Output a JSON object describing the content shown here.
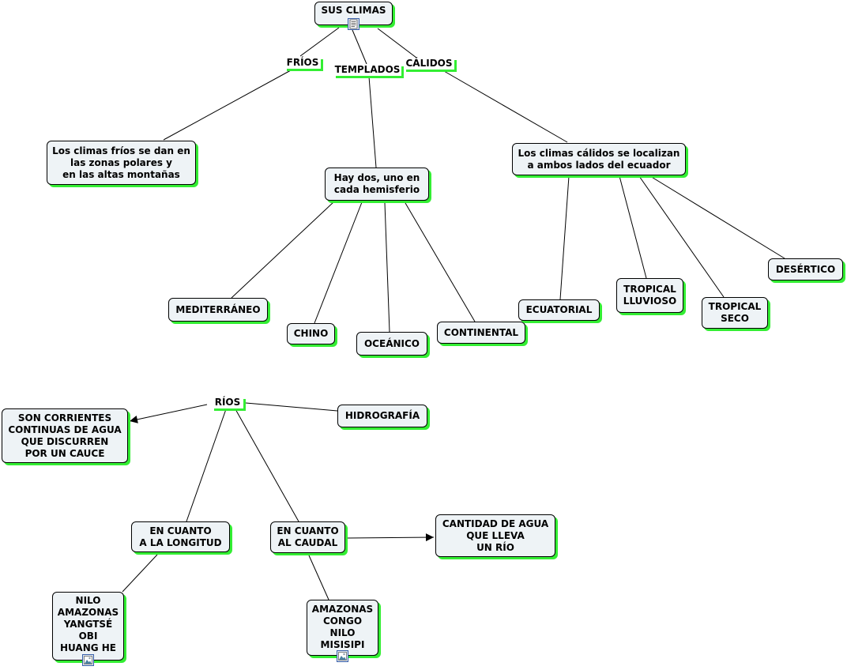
{
  "colors": {
    "background": "#ffffff",
    "node_fill": "#eef3f6",
    "node_border": "#000000",
    "shadow": "#33ee33",
    "line": "#000000"
  },
  "climas_map": {
    "root": {
      "label": "SUS CLIMAS",
      "icon": "document-icon"
    },
    "link_frios": "FRÍOS",
    "link_templados": "TEMPLADOS",
    "link_calidos": "CÁLIDOS",
    "frios_node": {
      "lines": [
        "Los climas fríos se dan en",
        "las zonas polares y",
        "en las altas montañas"
      ]
    },
    "templados_node": {
      "lines": [
        "Hay dos, uno en",
        "cada hemisferio"
      ]
    },
    "calidos_node": {
      "lines": [
        "Los climas cálidos se localizan",
        "a ambos lados del ecuador"
      ]
    },
    "templados_types": [
      {
        "lines": [
          "MEDITERRÁNEO"
        ]
      },
      {
        "lines": [
          "CHINO"
        ]
      },
      {
        "lines": [
          "OCEÁNICO"
        ]
      },
      {
        "lines": [
          "CONTINENTAL"
        ]
      }
    ],
    "calidos_types": [
      {
        "lines": [
          "ECUATORIAL"
        ]
      },
      {
        "lines": [
          "TROPICAL",
          "LLUVIOSO"
        ]
      },
      {
        "lines": [
          "TROPICAL",
          "SECO"
        ]
      },
      {
        "lines": [
          "DESÉRTICO"
        ]
      }
    ]
  },
  "rios_map": {
    "link_rios": "RÍOS",
    "hidrografia": {
      "lines": [
        "HIDROGRAFÍA"
      ]
    },
    "definition": {
      "lines": [
        "SON CORRIENTES",
        "CONTINUAS DE AGUA",
        "QUE DISCURREN",
        "POR UN CAUCE"
      ]
    },
    "longitud": {
      "lines": [
        "EN CUANTO",
        "A LA LONGITUD"
      ]
    },
    "caudal": {
      "lines": [
        "EN CUANTO",
        "AL CAUDAL"
      ]
    },
    "caudal_def": {
      "lines": [
        "CANTIDAD DE AGUA",
        "QUE LLEVA",
        "UN RÍO"
      ]
    },
    "long_rivers": {
      "lines": [
        "NILO",
        "AMAZONAS",
        "YANGTSÉ",
        "OBI",
        "HUANG HE"
      ],
      "icon": "image-icon"
    },
    "caudal_rivers": {
      "lines": [
        "AMAZONAS",
        "CONGO",
        "NILO",
        "MISISIPI"
      ],
      "icon": "image-icon"
    }
  }
}
